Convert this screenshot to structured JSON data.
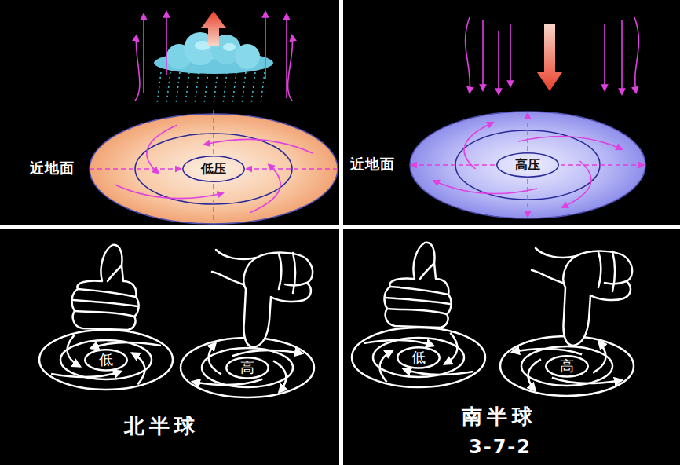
{
  "diagram": {
    "nodes": [
      {
        "text": [
          "低压"
        ]
      },
      {
        "text": [
          "高压"
        ]
      },
      {
        "text": [
          "低"
        ]
      },
      {
        "text": [
          "高"
        ]
      },
      {
        "text": [
          "低"
        ]
      },
      {
        "text": [
          "高"
        ]
      }
    ],
    "labels": [
      "近地面",
      "近地面",
      "北半球",
      "南半球",
      "3-7-2"
    ]
  }
}
